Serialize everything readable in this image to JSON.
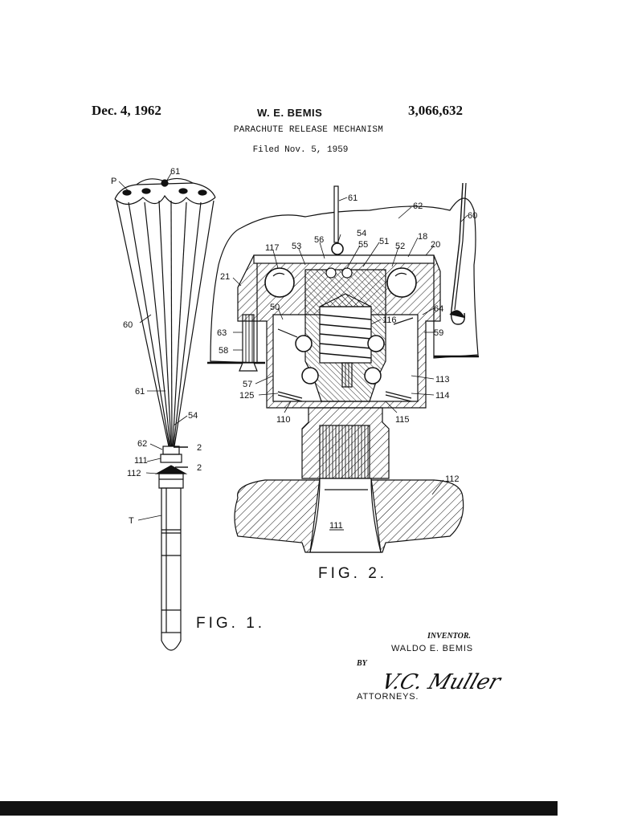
{
  "header": {
    "date": "Dec. 4, 1962",
    "inventor": "W. E. BEMIS",
    "patent_number": "3,066,632",
    "title": "PARACHUTE RELEASE MECHANISM",
    "filed": "Filed Nov. 5, 1959"
  },
  "figures": {
    "fig1_label": "FIG. 1.",
    "fig2_label": "FIG. 2."
  },
  "fig1_callouts": [
    "P",
    "61",
    "60",
    "61",
    "54",
    "62",
    "2",
    "111",
    "112",
    "2",
    "T"
  ],
  "fig2_callouts": [
    "61",
    "62",
    "60",
    "117",
    "53",
    "56",
    "54",
    "55",
    "51",
    "52",
    "18",
    "20",
    "21",
    "50",
    "116",
    "64",
    "63",
    "59",
    "58",
    "57",
    "113",
    "125",
    "114",
    "110",
    "115",
    "112",
    "111"
  ],
  "signature_block": {
    "inventor_label": "INVENTOR.",
    "inventor_name": "WALDO E. BEMIS",
    "by": "BY",
    "signature": "V.C. Muller",
    "attorneys": "ATTORNEYS."
  }
}
